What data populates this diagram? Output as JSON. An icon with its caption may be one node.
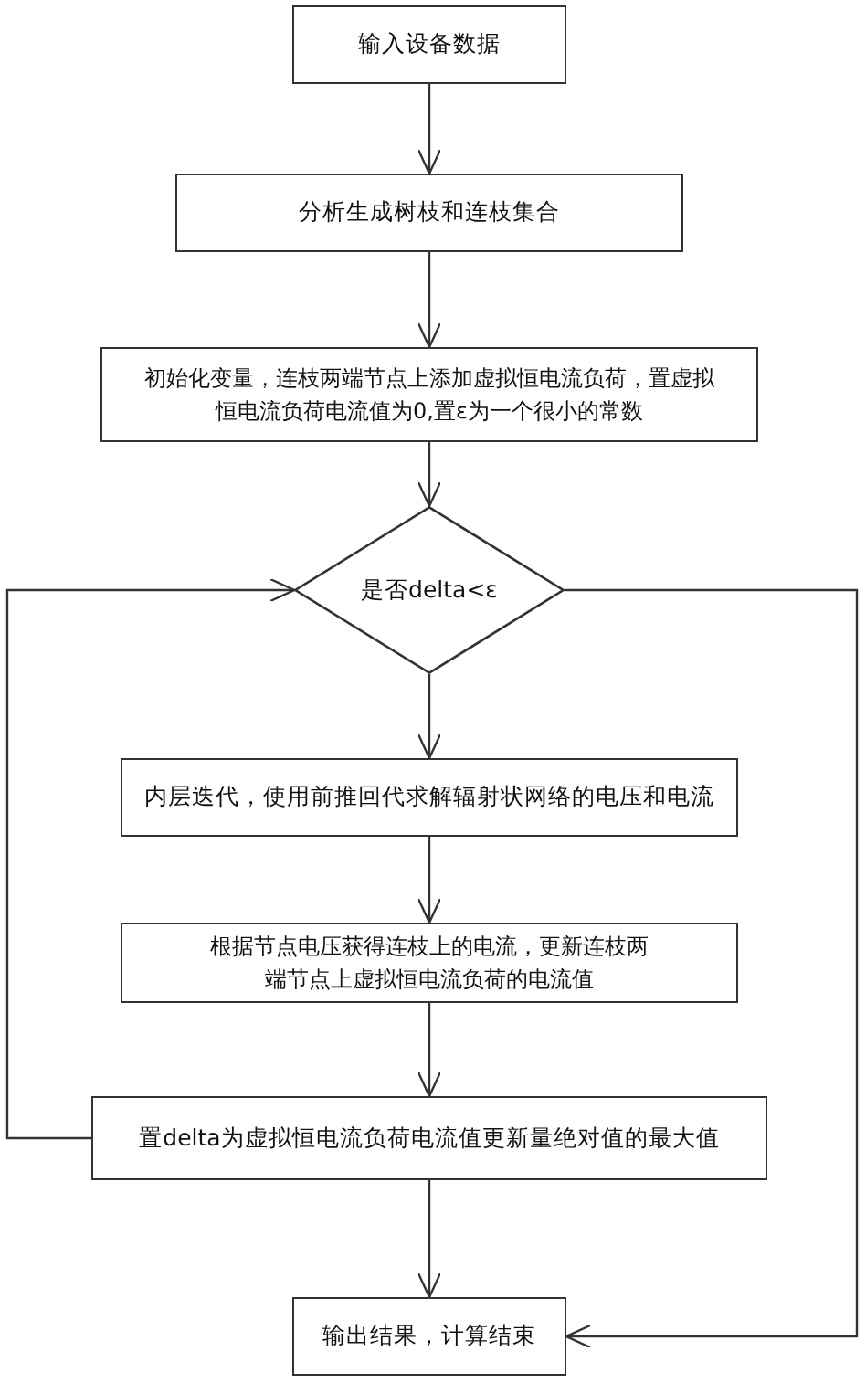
{
  "diagram": {
    "nodes": [
      {
        "text": [
          "输入设备数据"
        ]
      },
      {
        "text": [
          "分析生成树枝和连枝集合"
        ]
      },
      {
        "text": [
          "初始化变量，连枝两端节点上添加虚拟恒电流负荷，置虚拟恒电流负荷电流值为0,置ε为一个很小的常数"
        ]
      },
      {
        "text": [
          "是否delta<ε"
        ]
      },
      {
        "text": [
          "内层迭代，使用前推回代求解辐射状网络的电压和电流"
        ]
      },
      {
        "text": [
          "根据节点电压获得连枝上的电流，更新连枝两端节点上虚拟恒电流负荷的电流值"
        ]
      },
      {
        "text": [
          "置delta为虚拟恒电流负荷电流值更新量绝对值的最大值"
        ]
      },
      {
        "text": [
          "输出结果，计算结束"
        ]
      }
    ],
    "edges": [
      {
        "from": 0,
        "to": 1,
        "arrow": "to"
      },
      {
        "from": 1,
        "to": 2,
        "arrow": "to"
      },
      {
        "from": 2,
        "to": 3,
        "arrow": "to"
      },
      {
        "from": 3,
        "to": 4,
        "arrow": "to"
      },
      {
        "from": 4,
        "to": 5,
        "arrow": "to"
      },
      {
        "from": 5,
        "to": 6,
        "arrow": "to"
      },
      {
        "from": 6,
        "to": 7,
        "arrow": "to"
      },
      {
        "from": 6,
        "to": 3,
        "arrow": "to"
      },
      {
        "from": 3,
        "to": 7,
        "arrow": "to"
      }
    ]
  }
}
